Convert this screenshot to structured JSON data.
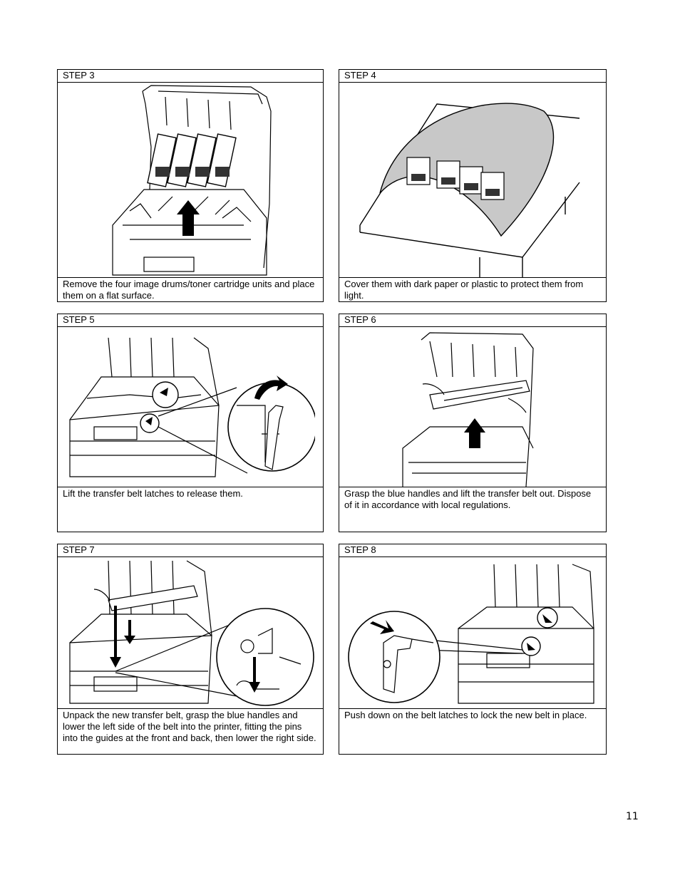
{
  "steps": [
    {
      "label": "STEP 3",
      "figure": "printer-remove-image-drums",
      "caption": "Remove the four image drums/toner cartridge units and place them on a flat surface."
    },
    {
      "label": "STEP 4",
      "figure": "cartridges-covered-with-paper",
      "caption": "Cover them with dark paper or plastic to protect them from light."
    },
    {
      "label": "STEP 5",
      "figure": "printer-lift-belt-latches",
      "caption": "Lift the transfer belt latches to release them."
    },
    {
      "label": "STEP 6",
      "figure": "printer-lift-transfer-belt-out",
      "caption": "Grasp the blue handles and lift the transfer belt out. Dispose of it in accordance with local regulations."
    },
    {
      "label": "STEP 7",
      "figure": "printer-insert-new-belt",
      "caption": "Unpack the new transfer belt, grasp the blue handles and lower the left side of the belt into the printer, fitting the pins into the guides at the front and back, then lower the right side."
    },
    {
      "label": "STEP 8",
      "figure": "printer-push-down-latches",
      "caption": "Push down on the belt latches to lock the new belt in place."
    }
  ],
  "page_number": "11"
}
